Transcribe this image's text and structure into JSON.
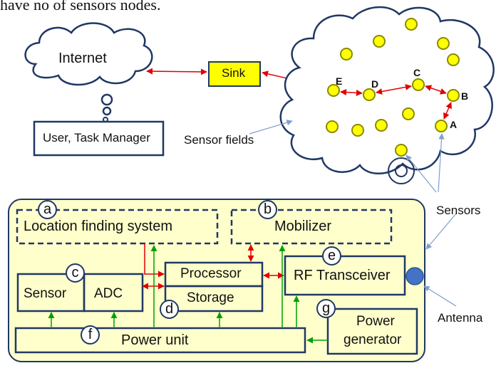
{
  "caption_fragment": "have no of sensors nodes.",
  "network": {
    "internet_label": "Internet",
    "user_label": "User, Task Manager",
    "sink_label": "Sink",
    "sensor_fields_label": "Sensor fields",
    "sensors_label": "Sensors",
    "antenna_label": "Antenna",
    "node_labels": {
      "a": "A",
      "b": "B",
      "c": "C",
      "d": "D",
      "e": "E"
    }
  },
  "node": {
    "location_finding": "Location finding system",
    "mobilizer": "Mobilizer",
    "processor": "Processor",
    "storage": "Storage",
    "rf_transceiver": "RF Transceiver",
    "sensor": "Sensor",
    "adc": "ADC",
    "power_unit": "Power unit",
    "power_generator_line1": "Power",
    "power_generator_line2": "generator",
    "markers": {
      "a": "a",
      "b": "b",
      "c": "c",
      "d": "d",
      "e": "e",
      "f": "f",
      "g": "g"
    }
  },
  "colors": {
    "outline": "#1f3864",
    "sensor_fill": "#ffff00",
    "sensor_stroke": "#8a8a00",
    "sink_fill": "#ffff00",
    "panel_fill": "#ffffcc",
    "data_arrow": "#e00000",
    "power_arrow": "#00a000",
    "antenna_fill": "#4472c4",
    "annotation_line": "#7f9fcf"
  }
}
